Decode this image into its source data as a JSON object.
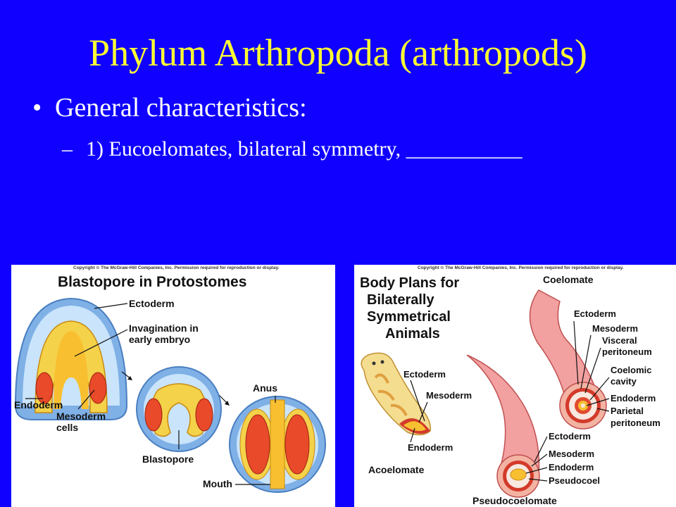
{
  "slide": {
    "title": "Phylum Arthropoda (arthropods)",
    "bullet_marker": "•",
    "bullet": "General characteristics:",
    "sub_marker": "–",
    "sub": "1) Eucoelomates, bilateral symmetry, ___________"
  },
  "left_figure": {
    "copyright": "Copyright © The McGraw-Hill Companies, Inc. Permission required for reproduction or display.",
    "title": "Blastopore in Protostomes",
    "labels": {
      "ectoderm": "Ectoderm",
      "invagination_1": "Invagination in",
      "invagination_2": "early embryo",
      "endoderm": "Endoderm",
      "mesoderm_1": "Mesoderm",
      "mesoderm_2": "cells",
      "blastopore": "Blastopore",
      "anus": "Anus",
      "mouth": "Mouth"
    }
  },
  "right_figure": {
    "copyright": "Copyright © The McGraw-Hill Companies, Inc. Permission required for reproduction or display.",
    "title_lines": [
      "Body Plans for",
      "Bilaterally",
      "Symmetrical",
      "Animals"
    ],
    "coelomate": {
      "name": "Coelomate",
      "labels": [
        "Ectoderm",
        "Mesoderm",
        "Visceral",
        "peritoneum",
        "Coelomic",
        "cavity",
        "Endoderm",
        "Parietal",
        "peritoneum"
      ]
    },
    "acoelomate": {
      "name": "Acoelomate",
      "labels": [
        "Ectoderm",
        "Mesoderm",
        "Endoderm"
      ]
    },
    "pseudocoelomate": {
      "name": "Pseudocoelomate",
      "labels": [
        "Ectoderm",
        "Mesoderm",
        "Endoderm",
        "Pseudocoel"
      ]
    }
  },
  "colors": {
    "background": "#0f00ff",
    "title": "#ffff33",
    "text": "#ffffff"
  }
}
